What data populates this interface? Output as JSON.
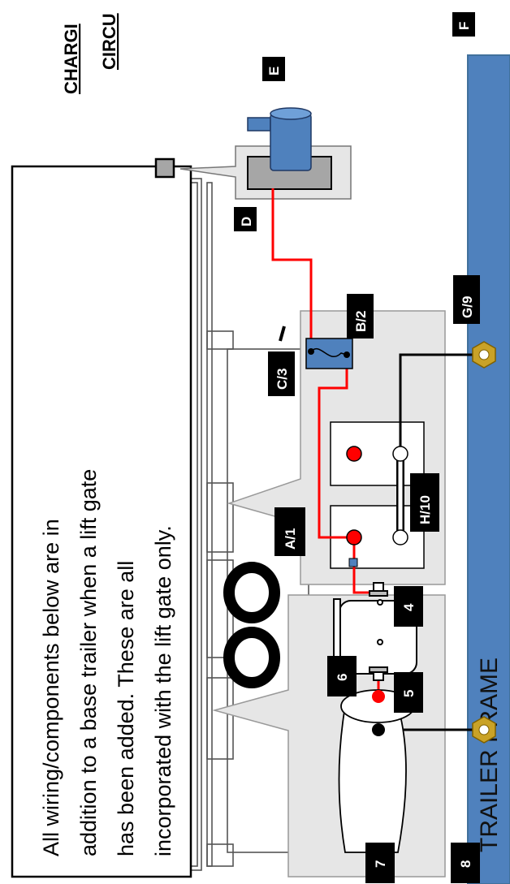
{
  "title": {
    "line1": "CHARGI",
    "line2": "CIRCU"
  },
  "frame_label": "TRAILER FRAME",
  "note": {
    "lines": [
      "All wiring/components below are in",
      "addition to a base trailer when a lift gate",
      "has been added.  These are all",
      "incorporated with the lift gate only."
    ]
  },
  "labels": {
    "A": "A/1",
    "B": "B/2",
    "C": "C/3",
    "D": "D",
    "E": "E",
    "F": "F",
    "G": "G/9",
    "H": "H/10",
    "n4": "4",
    "n5": "5",
    "n6": "6",
    "n7": "7",
    "n8": "8"
  },
  "colors": {
    "frame": "#4f81bd",
    "wire_pos": "#ff0000",
    "wire_gnd": "#000000",
    "nut": "#c9a227",
    "callout_bg": "#e6e6e6"
  }
}
